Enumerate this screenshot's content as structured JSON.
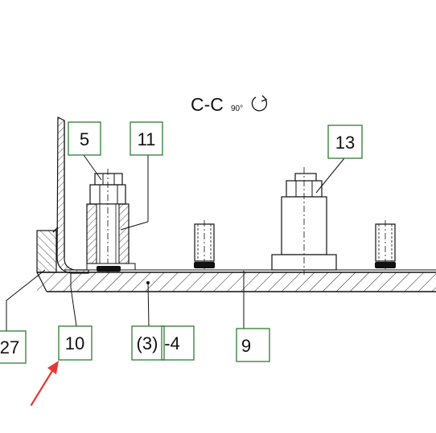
{
  "section_view": {
    "label": "C-C",
    "rotation": "90°",
    "rotation_icon": "counterclockwise-rotation-icon"
  },
  "callouts": {
    "c5": "5",
    "c11": "11",
    "c13": "13",
    "c27": "27",
    "c10": "10",
    "c3_4a": "(3)",
    "c3_4b": "-4",
    "c9": "9"
  },
  "colors": {
    "callout_box": "#2e7d32",
    "arrow": "#e53935",
    "line": "#111111"
  }
}
